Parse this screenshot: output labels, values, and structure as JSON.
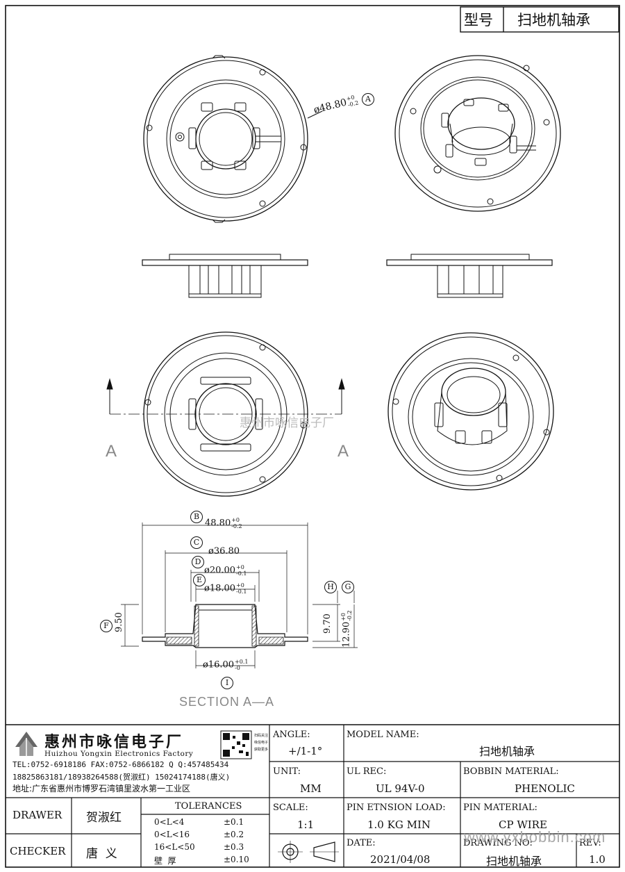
{
  "title_box": {
    "label": "型号",
    "value": "扫地机轴承"
  },
  "drawing": {
    "outer_dia_callout": "ø48.80",
    "outer_dia_tol_plus": "+0",
    "outer_dia_tol_minus": "-0.2",
    "tag_A": "A",
    "section_letter": "A",
    "watermark": "惠州市咏信电子厂",
    "dim_B": "48.80",
    "dim_B_tol_plus": "+0",
    "dim_B_tol_minus": "-0.2",
    "dim_C": "ø36.80",
    "dim_D": "ø20.00",
    "dim_D_tol_plus": "+0",
    "dim_D_tol_minus": "-0.1",
    "dim_E": "ø18.00",
    "dim_E_tol_plus": "+0",
    "dim_E_tol_minus": "-0.1",
    "dim_F": "9.50",
    "dim_H": "9.70",
    "dim_G": "12.90",
    "dim_G_tol_plus": "+0",
    "dim_G_tol_minus": "-0.2",
    "dim_I": "ø16.00",
    "dim_I_tol_plus": "+0.1",
    "dim_I_tol_minus": "-0",
    "tags": {
      "B": "B",
      "C": "C",
      "D": "D",
      "E": "E",
      "F": "F",
      "G": "G",
      "H": "H",
      "I": "I"
    },
    "section_label": "SECTION A—A"
  },
  "company": {
    "name_cn": "惠州市咏信电子厂",
    "name_en": "Huizhou Yongxin Electronics Factory",
    "tel_line": "TEL:0752-6918186  FAX:0752-6866182  Q Q:457485434",
    "phone_line": "18825863181/18938264588(贺淑红)  15024174188(唐义)",
    "address_line": "地址:广东省惠州市博罗石湾镇里波水第一工业区"
  },
  "title_block": {
    "angle_label": "ANGLE:",
    "angle_value": "+/1-1°",
    "model_label": "MODEL NAME:",
    "model_value": "扫地机轴承",
    "unit_label": "UNIT:",
    "unit_value": "MM",
    "ul_label": "UL REC:",
    "ul_value": "UL 94V-0",
    "bobbin_label": "BOBBIN MATERIAL:",
    "bobbin_value": "PHENOLIC",
    "drawer_label": "DRAWER",
    "drawer_value": "贺淑红",
    "checker_label": "CHECKER",
    "checker_value": "唐  义",
    "tolerances_label": "TOLERANCES",
    "tolerances": [
      {
        "range": "0<L<4",
        "tol": "±0.1"
      },
      {
        "range": "0<L<16",
        "tol": "±0.2"
      },
      {
        "range": "16<L<50",
        "tol": "±0.3"
      },
      {
        "range": "壁  厚",
        "tol": "±0.10"
      }
    ],
    "scale_label": "SCALE:",
    "scale_value": "1:1",
    "pin_load_label": "PIN ETNSION LOAD:",
    "pin_load_value": "1.0 KG MIN",
    "pin_material_label": "PIN MATERIAL:",
    "pin_material_value": "CP WIRE",
    "date_label": "DATE:",
    "date_value": "2021/04/08",
    "drawing_no_label": "DRAWING NO:",
    "drawing_no_value": "扫地机轴承",
    "rev_label": "REV:",
    "rev_value": "1.0",
    "site_watermark": "www.yxbobbin.com"
  }
}
